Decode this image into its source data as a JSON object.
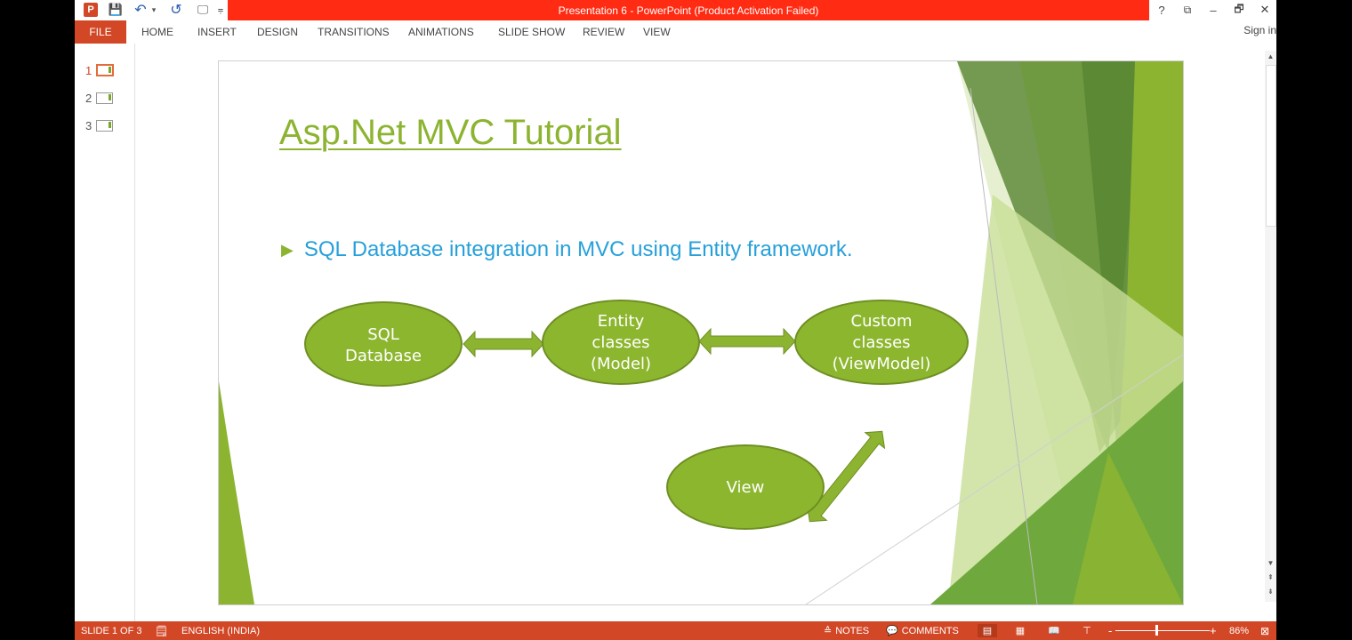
{
  "window": {
    "title": "Presentation 6 -  PowerPoint (Product Activation Failed)",
    "help": "?",
    "restore_ribbon": "⧉",
    "minimize": "–",
    "restore": "🗗",
    "close": "✕",
    "sign_in": "Sign in"
  },
  "qat": {
    "app_icon": "P",
    "save": "💾",
    "undo": "↶",
    "undo_dropdown": "▾",
    "redo": "↺",
    "present": "🖵",
    "customize": "⩦"
  },
  "ribbon": {
    "tabs": [
      "FILE",
      "HOME",
      "INSERT",
      "DESIGN",
      "TRANSITIONS",
      "ANIMATIONS",
      "SLIDE SHOW",
      "REVIEW",
      "VIEW"
    ]
  },
  "thumbnails": [
    {
      "number": "1",
      "active": true
    },
    {
      "number": "2",
      "active": false
    },
    {
      "number": "3",
      "active": false
    }
  ],
  "slide": {
    "title": "Asp.Net MVC Tutorial",
    "bullet_marker": "▶",
    "bullet": "SQL Database integration in MVC using Entity framework.",
    "nodes": [
      {
        "lines": [
          "SQL",
          "Database"
        ]
      },
      {
        "lines": [
          "Entity",
          "classes",
          "(Model)"
        ]
      },
      {
        "lines": [
          "Custom",
          "classes",
          "(ViewModel)"
        ]
      },
      {
        "lines": [
          "View"
        ]
      }
    ]
  },
  "status": {
    "slide_info": "SLIDE 1 OF 3",
    "language": "ENGLISH (INDIA)",
    "notes": "NOTES",
    "comments": "COMMENTS",
    "zoom_minus": "-",
    "zoom_plus": "+",
    "zoom": "86%",
    "zoom_level_percent": 86
  },
  "colors": {
    "accent": "#d24726",
    "title_bar": "#ff2b12",
    "slide_green": "#8cb431",
    "node_fill": "#8db62f",
    "bullet_text": "#26a0da"
  }
}
